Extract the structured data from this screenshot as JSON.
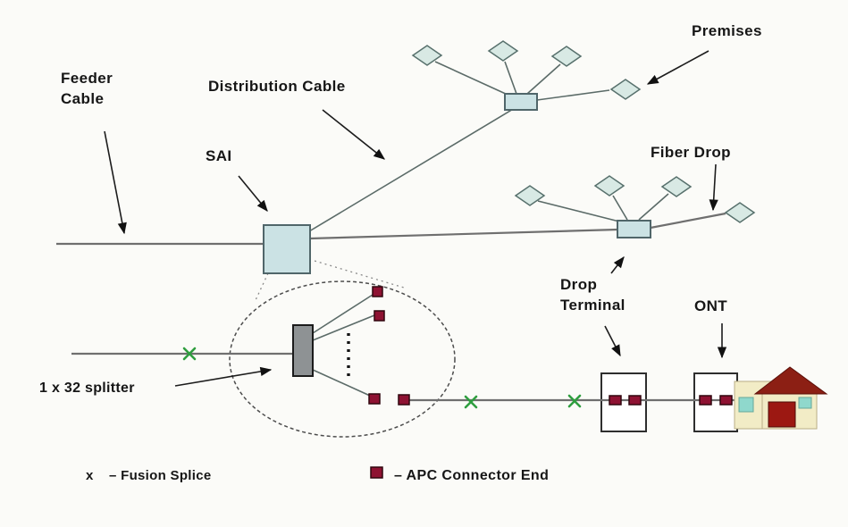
{
  "labels": {
    "feeder_cable_line1": "Feeder",
    "feeder_cable_line2": "Cable",
    "distribution_cable": "Distribution Cable",
    "sai": "SAI",
    "premises": "Premises",
    "fiber_drop": "Fiber Drop",
    "drop_terminal_line1": "Drop",
    "drop_terminal_line2": "Terminal",
    "ont": "ONT",
    "splitter": "1 x 32 splitter"
  },
  "legend": {
    "fusion_splice_symbol": "x",
    "fusion_splice_text": "– Fusion Splice",
    "apc_connector_text": "– APC Connector End"
  },
  "colors": {
    "node_fill": "#cbe2e4",
    "diamond_fill": "#d8e9e4",
    "splitter_fill": "#8e9294",
    "apc_red": "#8e1232",
    "splice_green": "#2f9e3f",
    "house_wall": "#f2ecc6",
    "house_roof": "#8c1f14",
    "house_window": "#8fd8cc",
    "house_door": "#9c1812"
  }
}
